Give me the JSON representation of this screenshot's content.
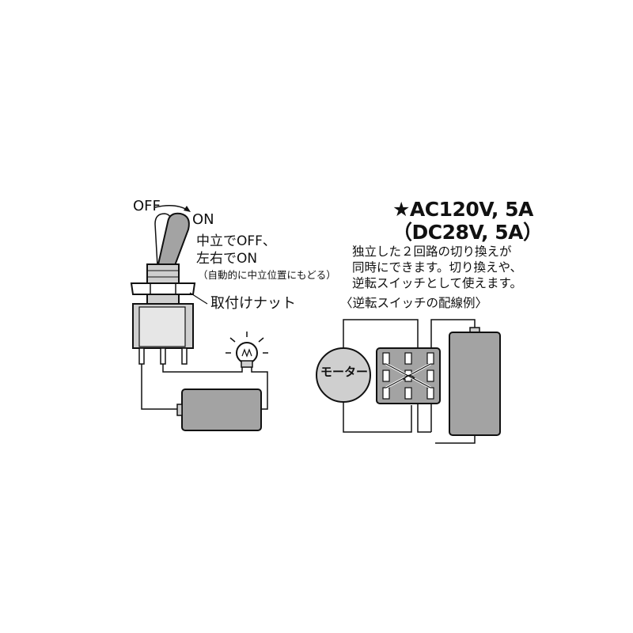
{
  "spec": {
    "line1": "★AC120V, 5A",
    "line2": "（DC28V, 5A）"
  },
  "description": {
    "line1": "独立した２回路の切り換えが",
    "line2": "同時にできます。切り換えや、",
    "line3": "逆転スイッチとして使えます。"
  },
  "wiring_caption": "〈逆転スイッチの配線例〉",
  "toggle": {
    "off_label": "OFF",
    "on_label": "ON",
    "note_line1": "中立でOFF、",
    "note_line2": "左右でON",
    "note_line3": "（自動的に中立位置にもどる）",
    "nut_label": "取付けナット"
  },
  "motor_label": "モーター",
  "colors": {
    "fill_gray": "#a3a3a3",
    "light_gray": "#cfcfcf",
    "line": "#111111"
  }
}
